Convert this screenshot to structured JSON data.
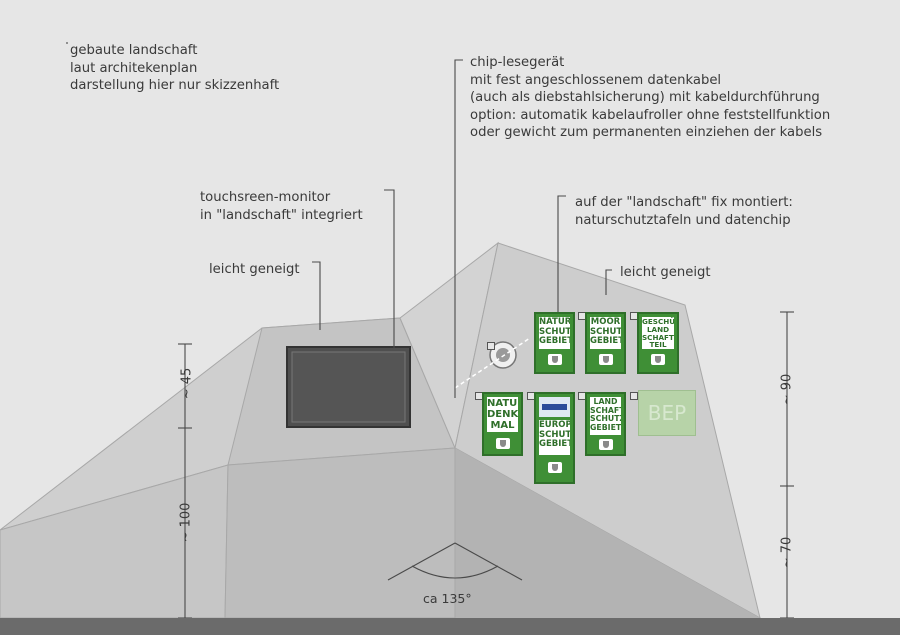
{
  "notes": {
    "landscape": "gebaute landschaft\nlaut architekenplan\ndarstellung hier nur skizzenhaft",
    "chip_reader": "chip-lesegerät\nmit fest angeschlossenem datenkabel\n(auch als diebstahlsicherung) mit kabeldurchführung\noption: automatik kabelaufroller ohne feststellfunktion\noder gewicht zum permanenten einziehen der kabels",
    "monitor": "touchsreen-monitor\nin \"landschaft\" integriert",
    "tilt_left": "leicht geneigt",
    "mounted": "auf der \"landschaft\" fix montiert:\nnaturschutztafeln und datenchip",
    "tilt_right": "leicht geneigt"
  },
  "dimensions": {
    "left_upper": "~ 45",
    "left_lower": "~ 100",
    "right_upper": "~ 90",
    "right_lower": "~ 70",
    "angle": "ca 135°"
  },
  "signs": [
    {
      "text": "NATUR\nSCHUTZ\nGEBIET"
    },
    {
      "text": "MOOR\nSCHUTZ\nGEBIET"
    },
    {
      "text": "GESCHÜTZTER\nLAND\nSCHAFTS\nTEIL"
    },
    {
      "text": "NATUR\nDENK\nMAL"
    },
    {
      "text": "EUROPA\nSCHUTZ\nGEBIET"
    },
    {
      "text": "LAND\nSCHAFTS\nSCHUTZ\nGEBIET"
    }
  ],
  "bep_label": "BEP",
  "colors": {
    "background": "#e6e6e6",
    "ground": "#6b6b6b",
    "sign_green": "#3f8f36",
    "monitor_screen": "#555555"
  }
}
